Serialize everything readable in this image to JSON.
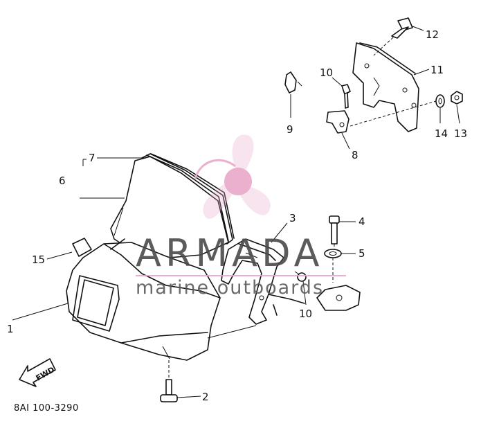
{
  "diagram": {
    "drawing_code": "8AI 100-3290",
    "direction_arrow": "FWD",
    "callouts": [
      "1",
      "2",
      "3",
      "4",
      "5",
      "6",
      "7",
      "8",
      "9",
      "10",
      "10",
      "11",
      "12",
      "13",
      "14",
      "15"
    ]
  },
  "watermark": {
    "brand": "ARMADA",
    "tagline": "marine outboards",
    "logo": "propeller-logo",
    "color": "#e8a8c8"
  }
}
